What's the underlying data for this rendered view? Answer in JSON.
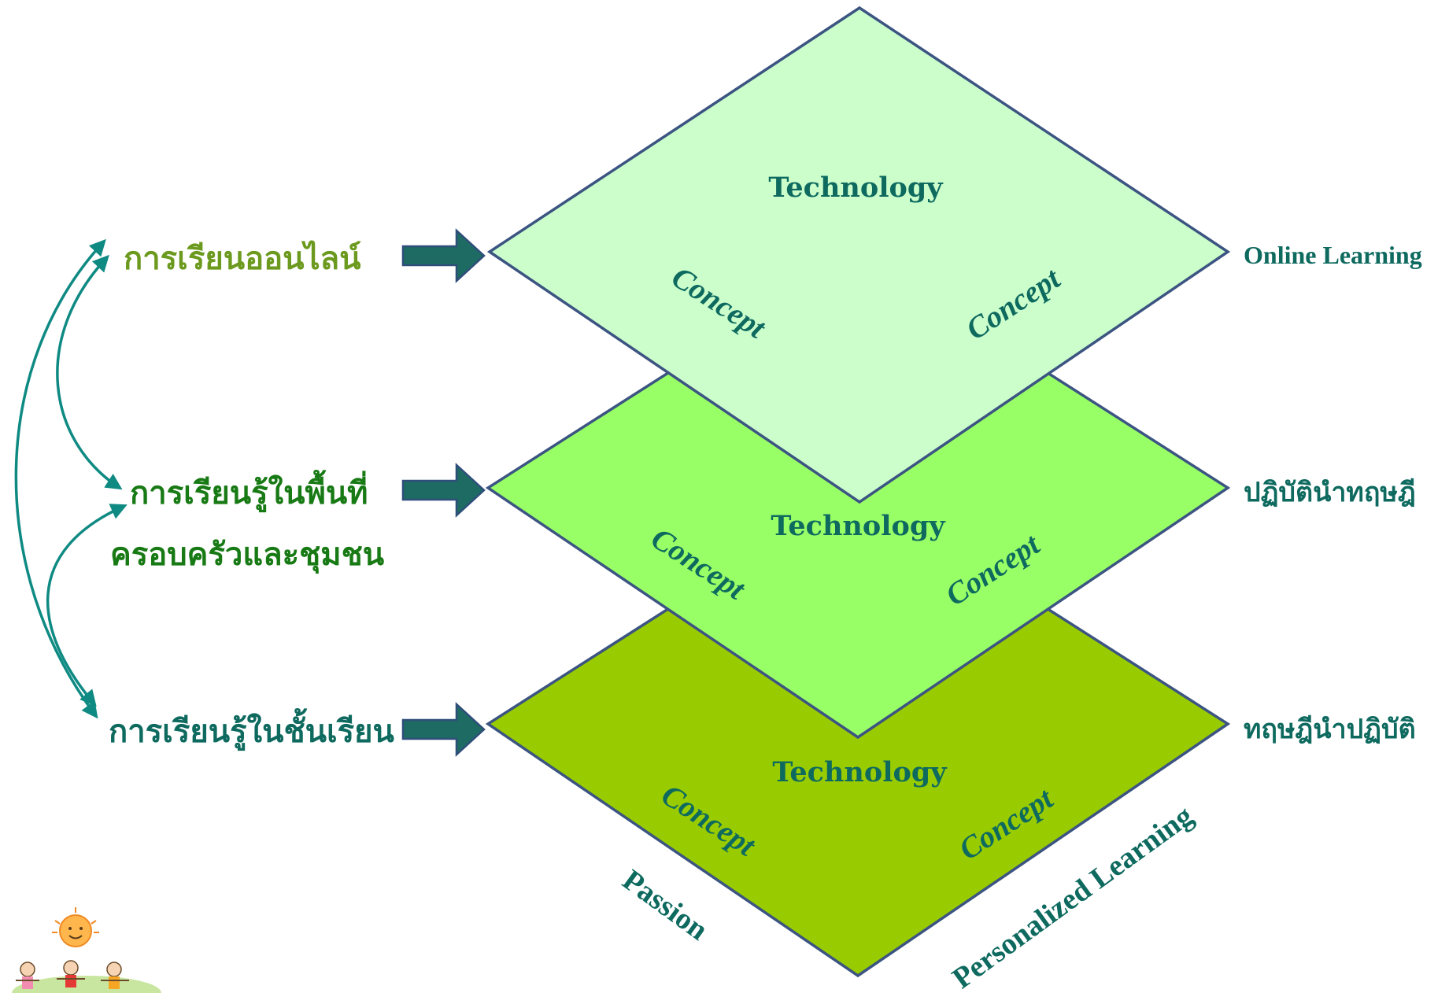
{
  "layers": [
    {
      "technology": "Technology",
      "concept_left": "Concept",
      "concept_right": "Concept",
      "right_label": "Online Learning",
      "left_label_lines": [
        "การเรียนออนไลน์"
      ],
      "fill": "#ccfecc",
      "left_color": "#6c9a1e"
    },
    {
      "technology": "Technology",
      "concept_left": "Concept",
      "concept_right": "Concept",
      "right_label": "ปฏิบัตินำทฤษฎี",
      "left_label_lines": [
        "การเรียนรู้ในพื้นที่",
        "ครอบครัวและชุมชน"
      ],
      "fill": "#99ff66",
      "left_color": "#187a14"
    },
    {
      "technology": "Technology",
      "concept_left": "Concept",
      "concept_right": "Concept",
      "right_label": "ทฤษฎีนำปฏิบัติ",
      "left_label_lines": [
        "การเรียนรู้ในชั้นเรียน"
      ],
      "fill": "#99cc00",
      "left_color": "#0e6a5f"
    }
  ],
  "edge_labels": {
    "bottom_left": "Passion",
    "bottom_right": "Personalized Learning"
  },
  "colors": {
    "text_teal": "#0e6a5f",
    "arrow_fill": "#1d6b63",
    "diamond_stroke": "#3c5482",
    "curve_stroke": "#0f8a83"
  },
  "decorations": {
    "logo": "kids-and-sun-cartoon"
  }
}
